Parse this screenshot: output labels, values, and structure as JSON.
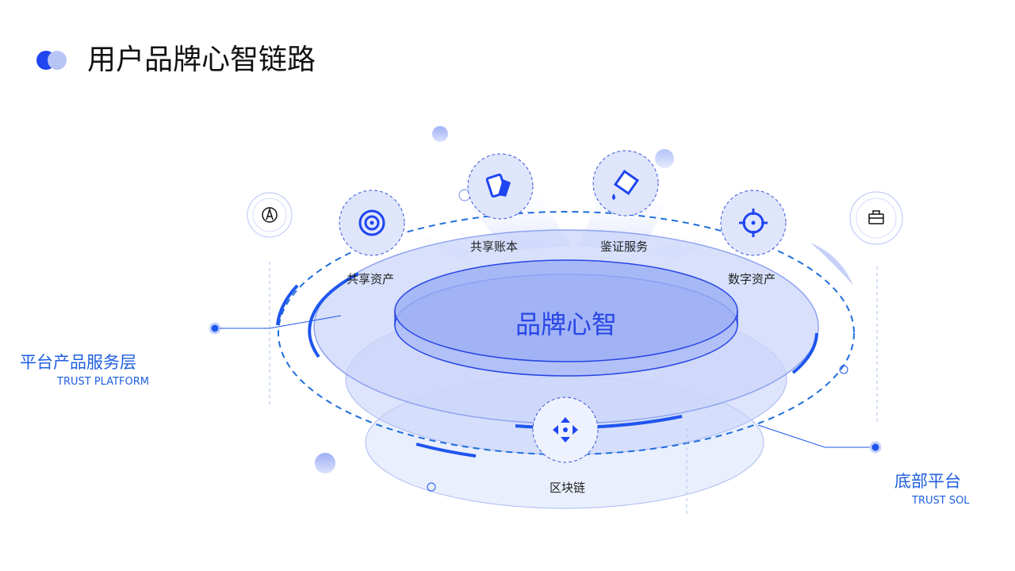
{
  "header": {
    "title": "用户品牌心智链路"
  },
  "center": {
    "label": "品牌心智"
  },
  "nodes": {
    "shared_assets": "共享资产",
    "shared_ledger": "共享账本",
    "auth_service": "鉴证服务",
    "digital_assets": "数字资产",
    "blockchain": "区块链"
  },
  "left_callout": {
    "title": "平台产品服务层",
    "subtitle": "TRUST PLATFORM"
  },
  "right_callout": {
    "title": "底部平台",
    "subtitle": "TRUST SOL"
  },
  "colors": {
    "accent": "#1f45f0",
    "light": "#b7c4f6",
    "label_blue": "#1f5fe0"
  },
  "icons": [
    "target-icon",
    "cards-icon",
    "paint-bucket-icon",
    "crosshair-icon",
    "arrows-icon",
    "pen-nib-icon",
    "toolbox-icon"
  ]
}
